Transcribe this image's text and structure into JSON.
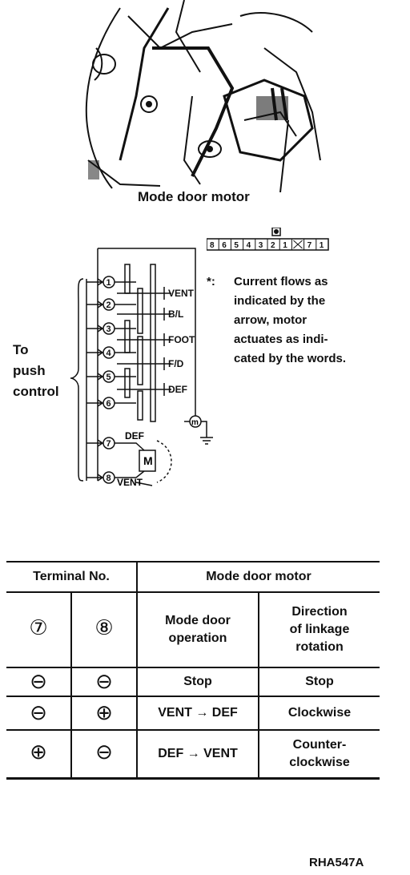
{
  "photo": {
    "label": "Mode door motor"
  },
  "connector": {
    "cells": [
      "8",
      "6",
      "5",
      "4",
      "3",
      "2",
      "1",
      "",
      "7",
      "1"
    ]
  },
  "wiring": {
    "switch_labels": [
      "VENT",
      "B/L",
      "FOOT",
      "F/D",
      "DEF"
    ],
    "terminals": [
      "1",
      "2",
      "3",
      "4",
      "5",
      "6",
      "7",
      "8"
    ],
    "motor_symbol": "M",
    "motor_labels": {
      "top": "DEF",
      "bottom": "VENT"
    },
    "ground_symbol": "m"
  },
  "side_label": {
    "lines": [
      "To",
      "push",
      "control"
    ]
  },
  "note": {
    "star": "*:",
    "lines": [
      "Current flows as",
      "indicated by the",
      "arrow, motor",
      "actuates as indi-",
      "cated by the words."
    ]
  },
  "table": {
    "header": {
      "terminal_no": "Terminal No.",
      "motor": "Mode door motor"
    },
    "subheader": {
      "t7": "⑦",
      "t8": "⑧",
      "operation": [
        "Mode door",
        "operation"
      ],
      "direction": [
        "Direction",
        "of linkage",
        "rotation"
      ]
    },
    "rows": [
      {
        "t7": "⊖",
        "t8": "⊖",
        "operation": "Stop",
        "direction": [
          "Stop"
        ]
      },
      {
        "t7": "⊖",
        "t8": "⊕",
        "operation": "VENT → DEF",
        "direction": [
          "Clockwise"
        ]
      },
      {
        "t7": "⊕",
        "t8": "⊖",
        "operation": "DEF → VENT",
        "direction": [
          "Counter-",
          "clockwise"
        ]
      }
    ]
  },
  "figure_code": "RHA547A"
}
